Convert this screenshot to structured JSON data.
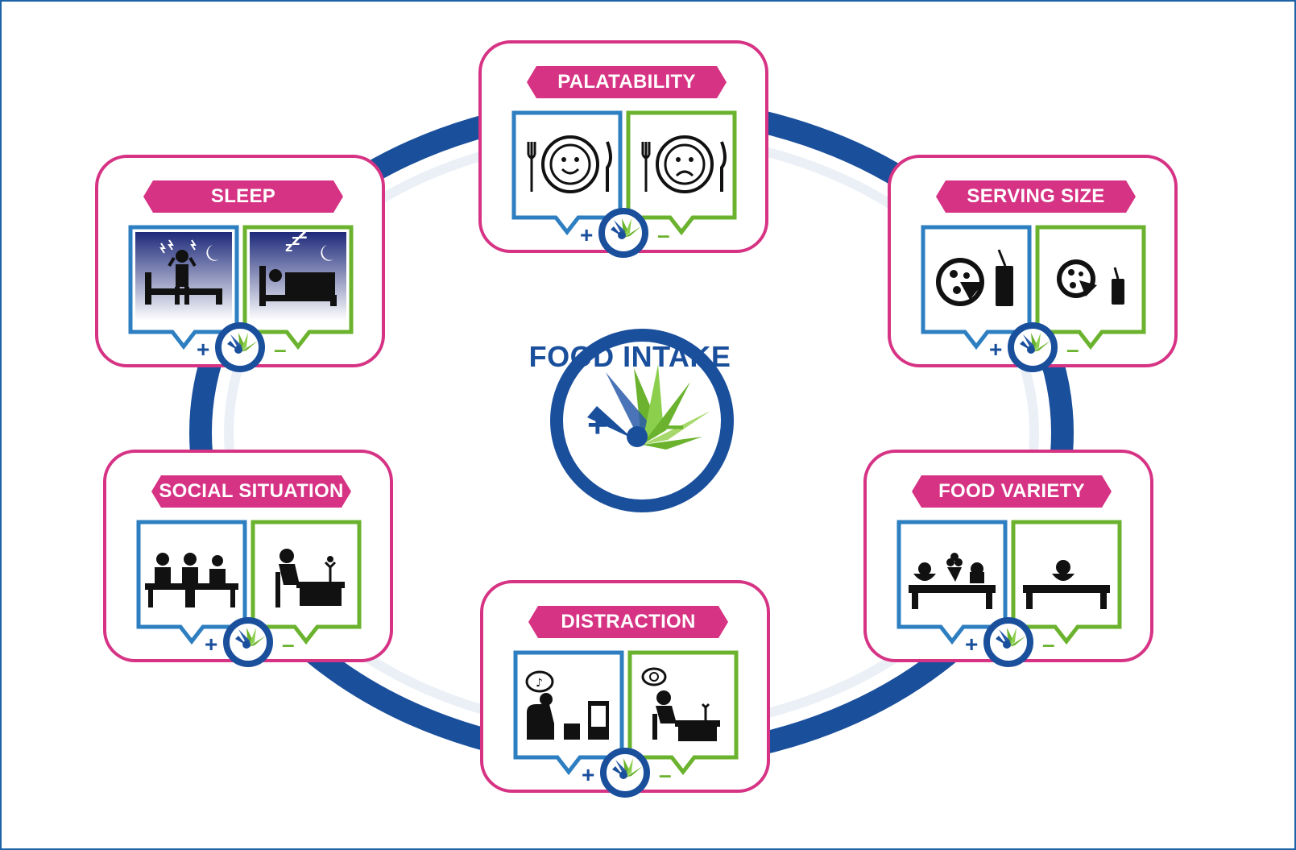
{
  "center": {
    "title": "FOOD INTAKE",
    "plus": "+",
    "minus": "–"
  },
  "colors": {
    "ring": "#1a4f9c",
    "card_border": "#d63384",
    "banner": "#d63384",
    "more_panel": "#2e7fc1",
    "less_panel": "#6bb32e",
    "night_sky_top": "#1e2a7a",
    "night_sky_bottom": "#ffffff"
  },
  "factors": [
    {
      "key": "palatability",
      "label": "PALATABILITY",
      "plus": "+",
      "minus": "–",
      "more_icon": "happy-plate-icon",
      "less_icon": "sad-plate-icon"
    },
    {
      "key": "serving-size",
      "label": "SERVING SIZE",
      "plus": "+",
      "minus": "–",
      "more_icon": "large-pizza-drink-icon",
      "less_icon": "small-pizza-drink-icon"
    },
    {
      "key": "food-variety",
      "label": "FOOD VARIETY",
      "plus": "+",
      "minus": "–",
      "more_icon": "many-dishes-table-icon",
      "less_icon": "single-dish-table-icon"
    },
    {
      "key": "distraction",
      "label": "DISTRACTION",
      "plus": "+",
      "minus": "–",
      "more_icon": "watching-tv-eating-icon",
      "less_icon": "focused-eating-icon"
    },
    {
      "key": "social-situation",
      "label": "SOCIAL SITUATION",
      "plus": "+",
      "minus": "–",
      "more_icon": "group-dining-icon",
      "less_icon": "eating-alone-icon"
    },
    {
      "key": "sleep",
      "label": "SLEEP",
      "plus": "+",
      "minus": "–",
      "more_icon": "sleepless-night-icon",
      "less_icon": "sleeping-person-icon"
    }
  ]
}
